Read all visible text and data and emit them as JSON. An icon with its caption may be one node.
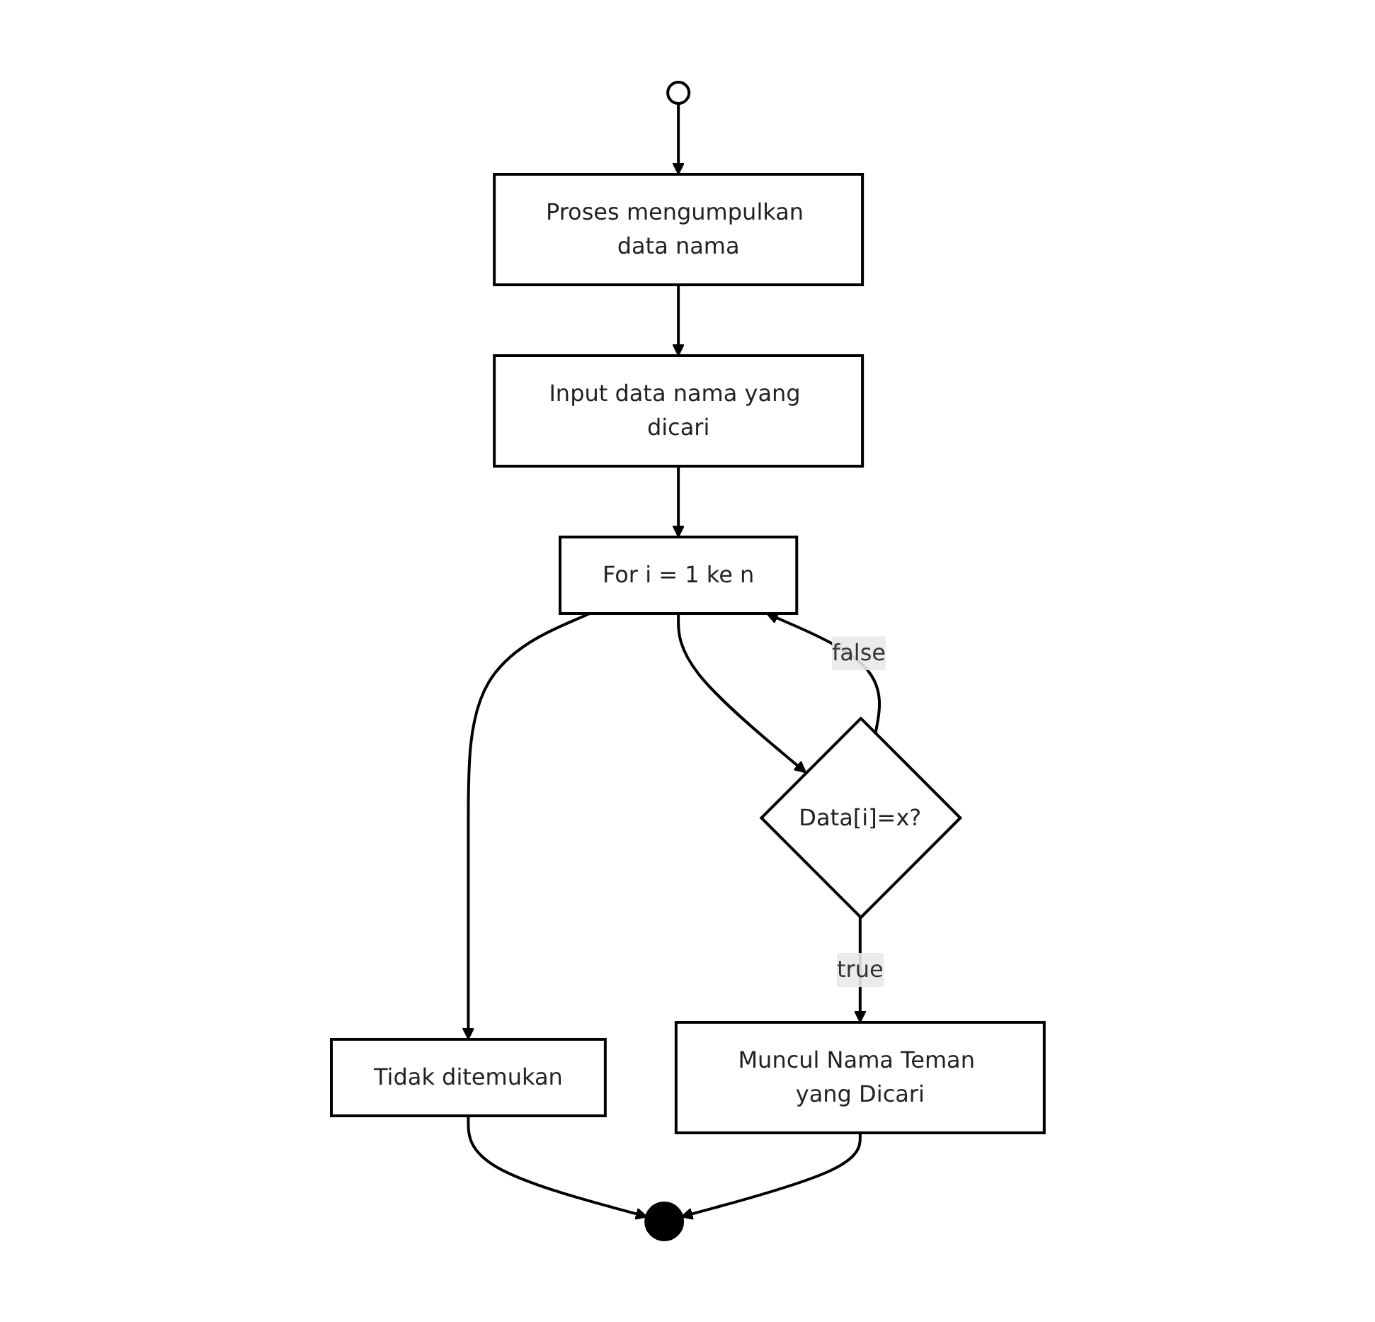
{
  "diagram": {
    "nodes": [
      {
        "text": [],
        "shape": "circle"
      },
      {
        "text": [
          "Proses mengumpulkan data nama"
        ]
      },
      {
        "text": [
          "Input data nama yang dicari"
        ]
      },
      {
        "text": [
          "For i = 1 ke n"
        ]
      },
      {
        "text": [
          "Tidak ditemukan"
        ]
      },
      {
        "text": [
          "Data[i]=x?"
        ]
      },
      {
        "text": [
          "Muncul Nama Teman yang Dicari"
        ]
      },
      {
        "text": [],
        "shape": "circle"
      }
    ],
    "edges": [
      {
        "from": 0,
        "to": 1,
        "arrow": "to"
      },
      {
        "from": 1,
        "to": 2,
        "arrow": "to"
      },
      {
        "from": 2,
        "to": 3,
        "arrow": "to"
      },
      {
        "from": 3,
        "to": 5,
        "arrow": "to"
      },
      {
        "from": 5,
        "to": 3,
        "label": "false",
        "arrow": "to"
      },
      {
        "from": 5,
        "to": 6,
        "label": "true",
        "arrow": "to"
      },
      {
        "from": 3,
        "to": 4,
        "arrow": "to"
      },
      {
        "from": 4,
        "to": 7,
        "arrow": "to"
      },
      {
        "from": 6,
        "to": 7,
        "arrow": "to"
      }
    ]
  }
}
